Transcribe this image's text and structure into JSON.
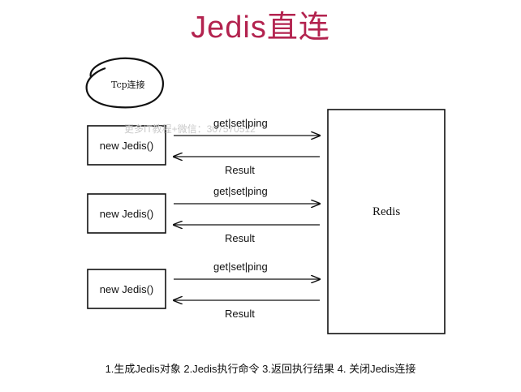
{
  "title": "Jedis直连",
  "tcp_label": "Tcp连接",
  "redis_label": "Redis",
  "watermark": "更多IT教程+微信：307570512",
  "rows": [
    {
      "client": "new Jedis()",
      "request": "get|set|ping",
      "response": "Result"
    },
    {
      "client": "new Jedis()",
      "request": "get|set|ping",
      "response": "Result"
    },
    {
      "client": "new Jedis()",
      "request": "get|set|ping",
      "response": "Result"
    }
  ],
  "caption": "1.生成Jedis对象 2.Jedis执行命令 3.返回执行结果 4. 关闭Jedis连接"
}
